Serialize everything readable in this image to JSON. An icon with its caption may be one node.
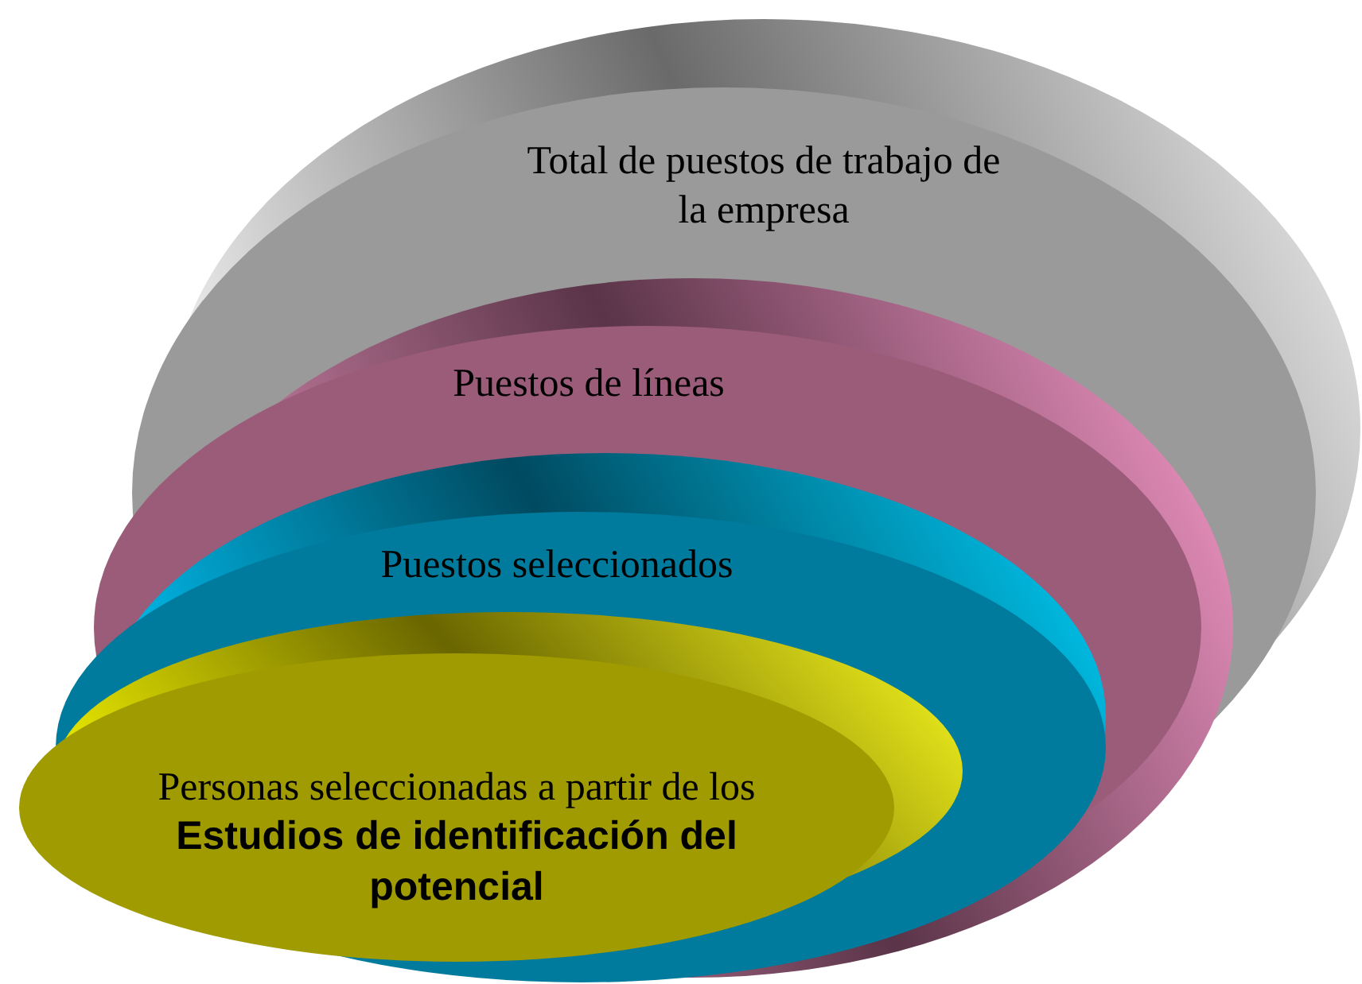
{
  "diagram": {
    "nodes": [
      {
        "text": [
          "Total de puestos de trabajo de la empresa"
        ]
      },
      {
        "text": [
          "Puestos de líneas"
        ]
      },
      {
        "text": [
          "Puestos seleccionados"
        ],
        "in": 1
      },
      {
        "text": [
          "Personas seleccionadas a partir de los **Estudios de identificación del potencial**"
        ]
      }
    ]
  }
}
